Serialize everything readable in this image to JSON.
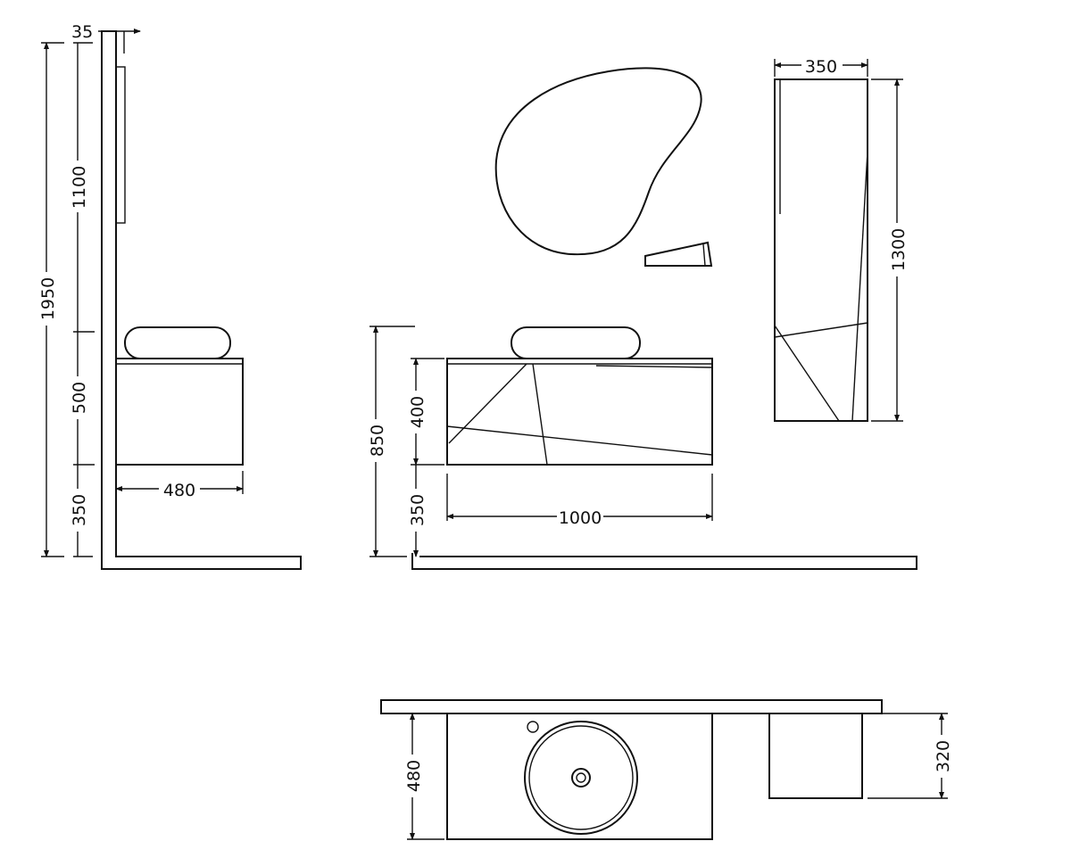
{
  "title": "Bathroom vanity set dimension drawing",
  "side_view": {
    "wall_thickness": "35",
    "total_height": "1950",
    "mirror_height": "1100",
    "cabinet_height": "500",
    "floor_clearance": "350",
    "cabinet_depth": "480"
  },
  "front_view": {
    "top_height": "850",
    "cabinet_height": "400",
    "floor_clearance": "350",
    "cabinet_width": "1000"
  },
  "tall_cabinet": {
    "width": "350",
    "height": "1300"
  },
  "plan_view": {
    "cabinet_depth": "480",
    "tall_cabinet_depth": "320"
  }
}
